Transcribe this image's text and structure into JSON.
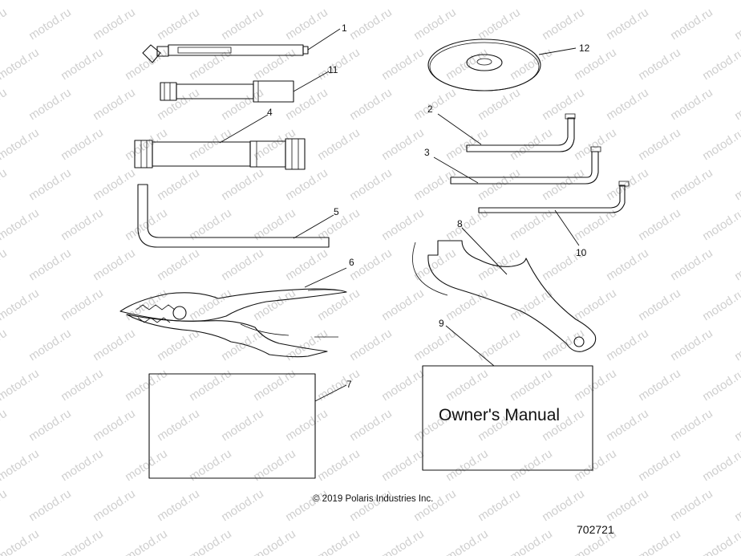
{
  "watermark": "motod.ru",
  "callouts": {
    "c1": "1",
    "c2": "2",
    "c3": "3",
    "c4": "4",
    "c5": "5",
    "c6": "6",
    "c7": "7",
    "c8": "8",
    "c9": "9",
    "c10": "10",
    "c11": "11",
    "c12": "12"
  },
  "manual_title": "Owner's Manual",
  "copyright": "© 2019 Polaris Industries Inc.",
  "figure_number": "702721"
}
